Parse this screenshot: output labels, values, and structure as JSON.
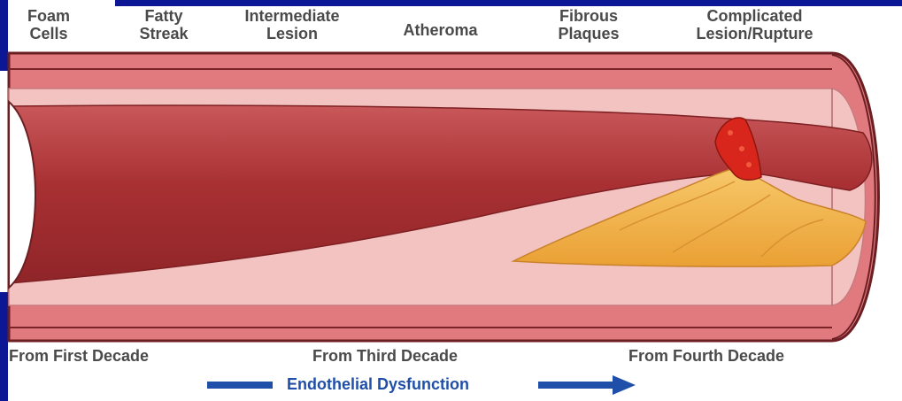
{
  "stages": [
    {
      "label": "Foam\nCells"
    },
    {
      "label": "Fatty\nStreak"
    },
    {
      "label": "Intermediate\nLesion"
    },
    {
      "label": "Atheroma"
    },
    {
      "label": "Fibrous\nPlaques"
    },
    {
      "label": "Complicated\nLesion/Rupture"
    }
  ],
  "decades": {
    "first": "From First Decade",
    "third": "From Third Decade",
    "fourth": "From Fourth Decade"
  },
  "endothelial": "Endothelial Dysfunction",
  "colors": {
    "frame": "#0b1794",
    "text": "#4a4a4a",
    "arrow": "#1f4fa8",
    "lumen": "#b23a3c",
    "wall": "#e6878a",
    "intima": "#f4c8c6",
    "plaque": "#f3b23e",
    "thrombus": "#d8261c"
  }
}
